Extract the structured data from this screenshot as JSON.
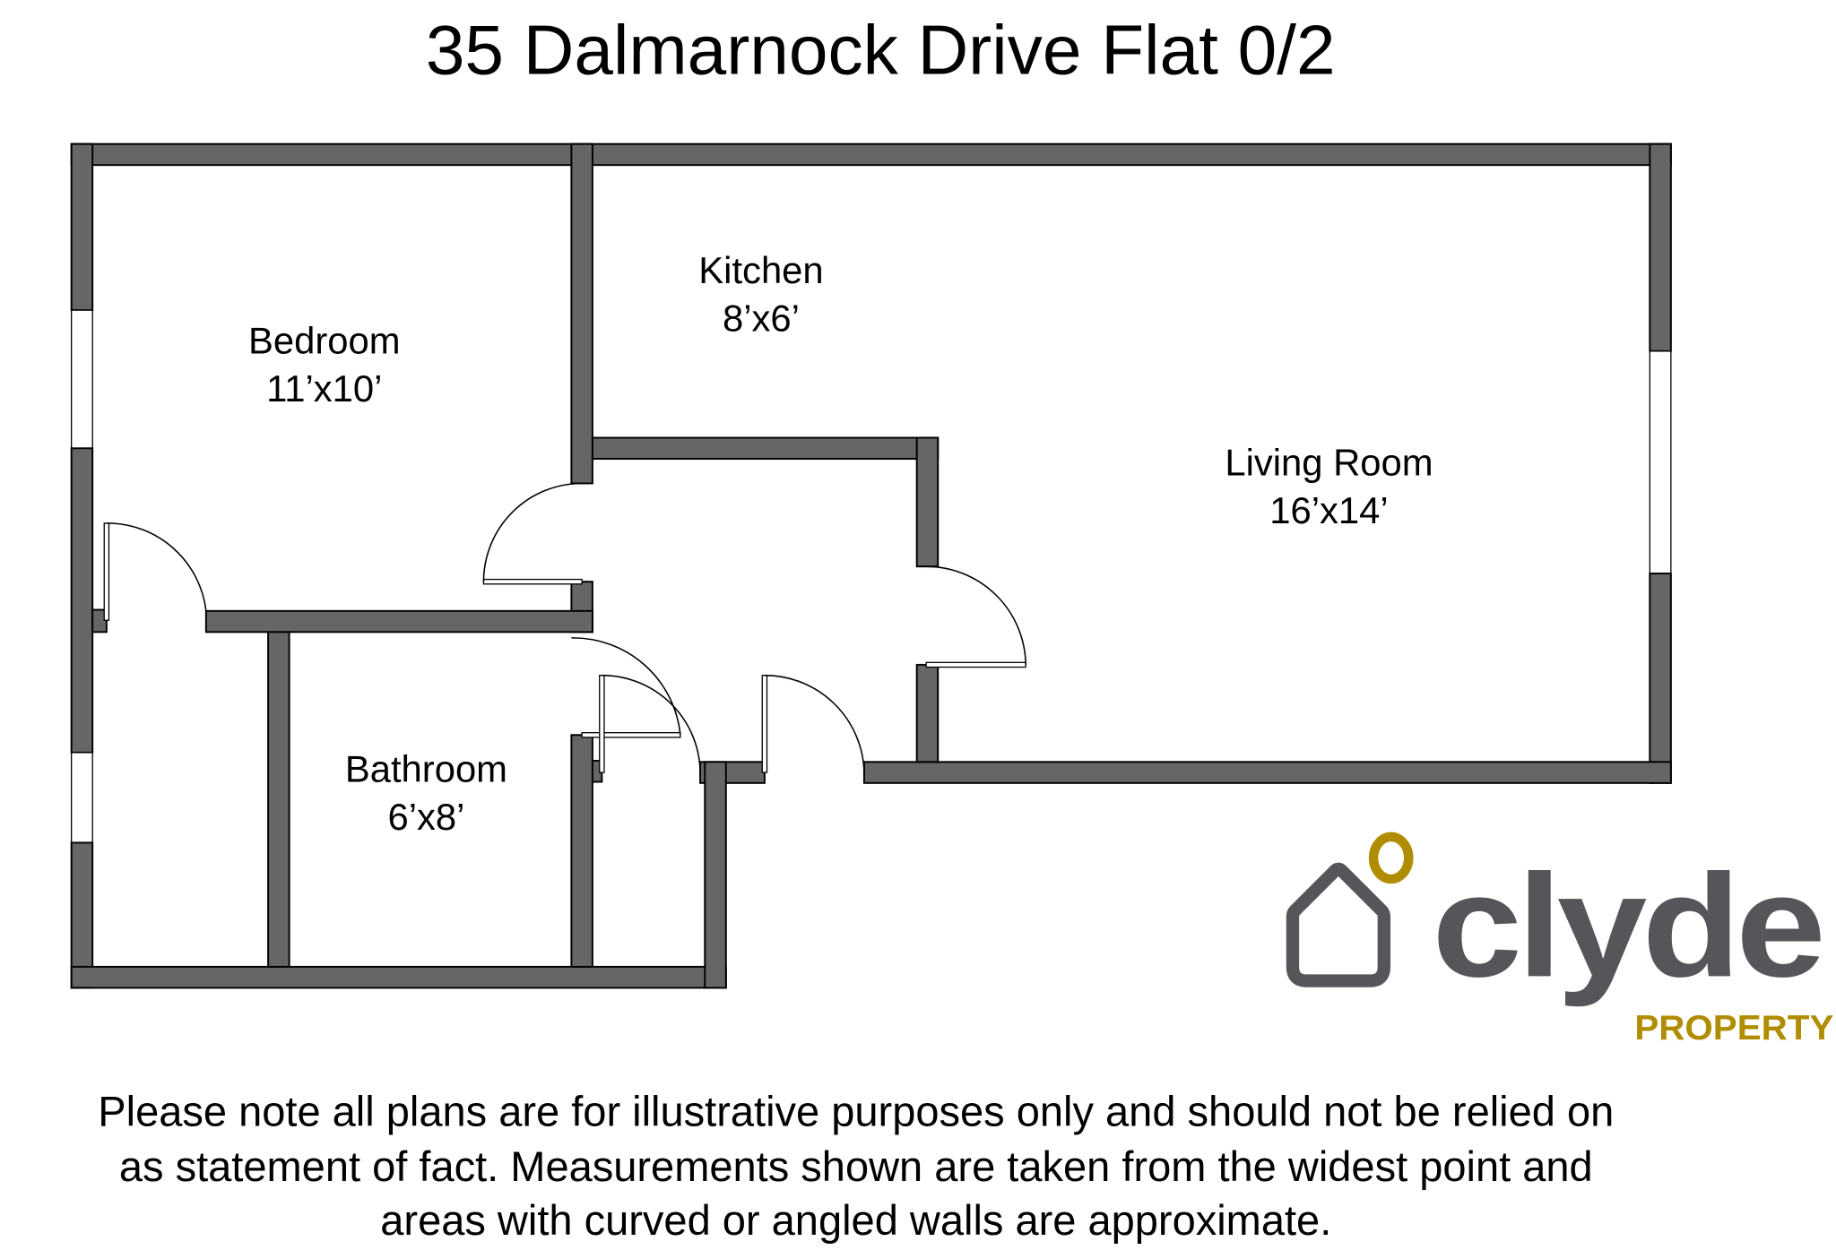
{
  "title": "35 Dalmarnock Drive Flat 0/2",
  "rooms": [
    {
      "name": "Bedroom",
      "size": "11’x10’"
    },
    {
      "name": "Kitchen",
      "size": "8’x6’"
    },
    {
      "name": "Living Room",
      "size": "16’x14’"
    },
    {
      "name": "Bathroom",
      "size": "6’x8’"
    }
  ],
  "logo": {
    "brand": "clyde",
    "sub": "PROPERTY",
    "gray": "#55565a",
    "gold": "#b08d00"
  },
  "disclaimer": [
    "Please note all plans are for illustrative purposes only and should not be relied on",
    "as statement of fact. Measurements shown are taken from the widest point and",
    "areas with curved or angled walls are approximate."
  ]
}
